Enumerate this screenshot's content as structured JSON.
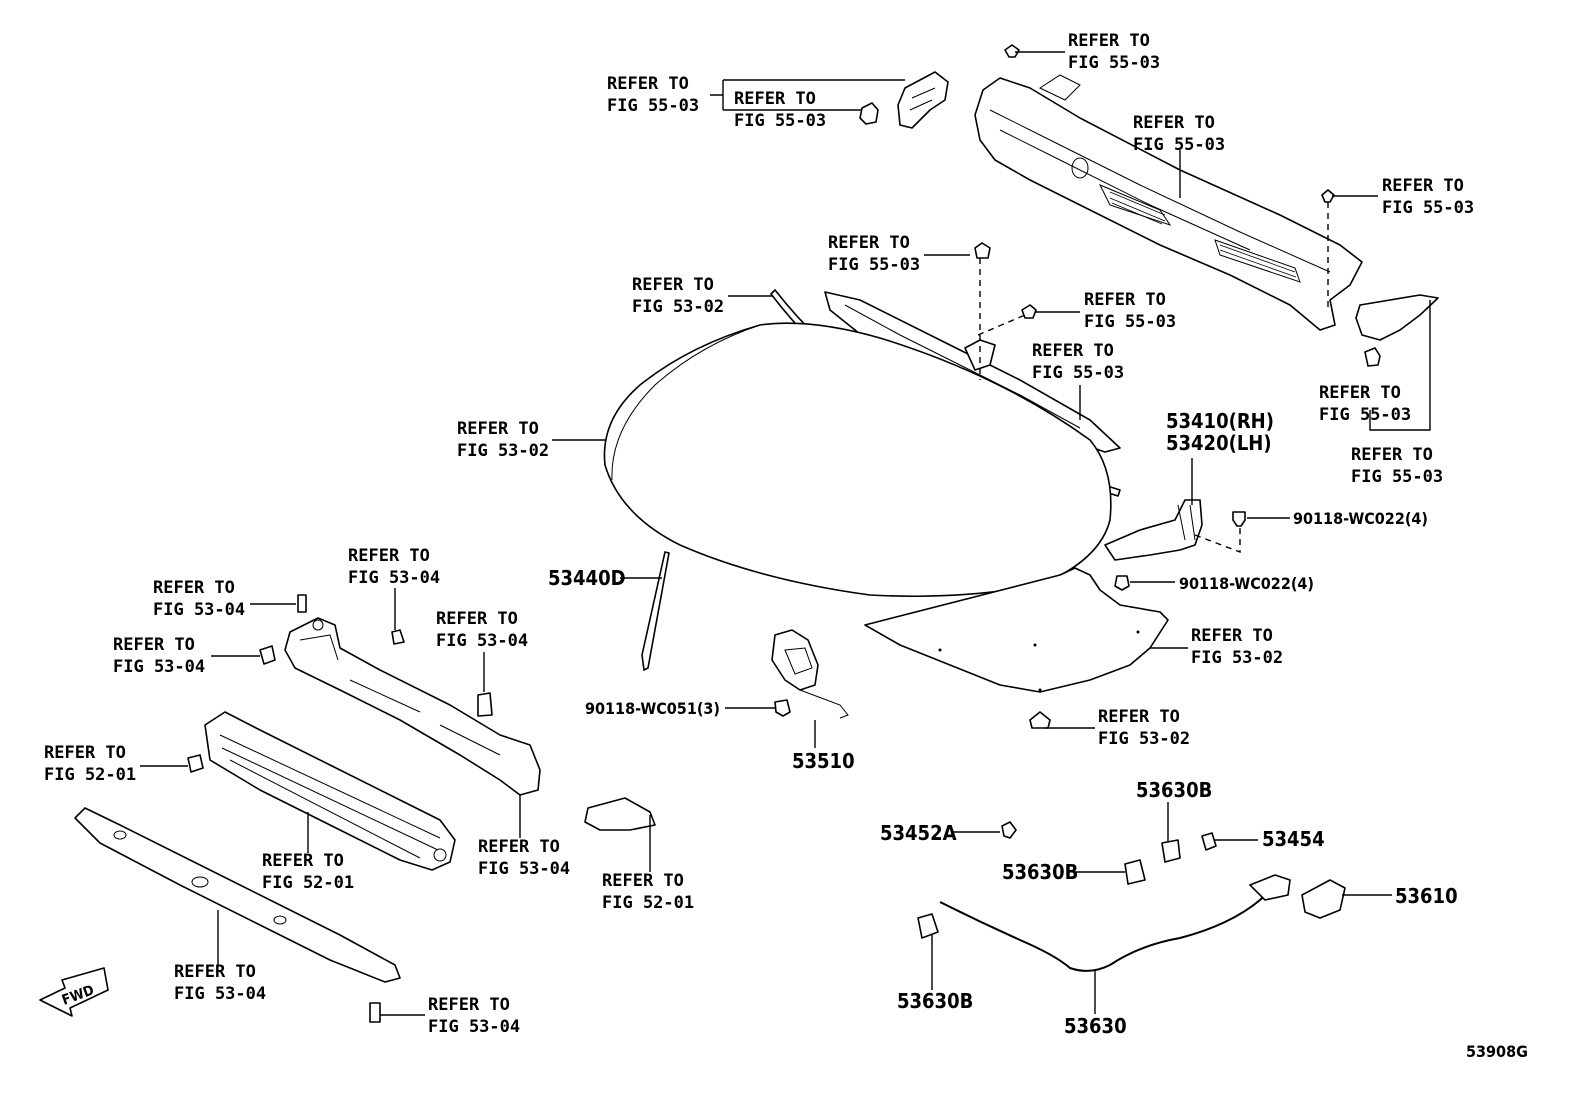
{
  "diagram_id": "53908G",
  "refer_to": "REFER TO",
  "figs": {
    "f5503": "FIG 55-03",
    "f5302": "FIG 53-02",
    "f5304": "FIG 53-04",
    "f5201": "FIG 52-01"
  },
  "parts": {
    "hinge_rh": "53410(RH)",
    "hinge_lh": "53420(LH)",
    "bolt_hinge_a": "90118-WC022(4)",
    "bolt_hinge_b": "90118-WC022(4)",
    "support_rod": "53440D",
    "bolt_lock": "90118-WC051(3)",
    "lock": "53510",
    "clamp_a": "53452A",
    "clamp_b_top": "53630B",
    "clamp_b_mid": "53630B",
    "clamp_b_bottom": "53630B",
    "clamp_54": "53454",
    "lever": "53610",
    "cable": "53630"
  },
  "fwd_label": "FWD"
}
